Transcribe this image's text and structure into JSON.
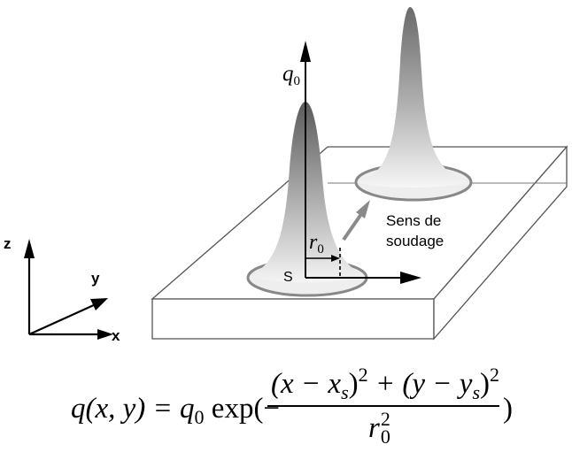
{
  "axes": {
    "z": "z",
    "y": "y",
    "x": "x"
  },
  "labels": {
    "q0": "q",
    "q0_sub": "0",
    "r0": "r",
    "r0_sub": "0",
    "origin": "S",
    "direction_line1": "Sens de",
    "direction_line2": "soudage"
  },
  "formula": {
    "lhs": "q(x, y) = q",
    "lhs_sub": "0",
    "exp": " exp(−",
    "numerator": "(x − x",
    "num_sub1": "s",
    "num_mid": ")",
    "num_sup1": "2",
    "num_plus": " + (y − y",
    "num_sub2": "s",
    "num_end": ")",
    "num_sup2": "2",
    "denominator": "r",
    "den_sub": "0",
    "den_sup": "2",
    "close": ")"
  },
  "colors": {
    "gaussian_top": "#5a5a5a",
    "gaussian_base": "#f2f2f2",
    "outline": "#888888",
    "line": "#000000"
  }
}
